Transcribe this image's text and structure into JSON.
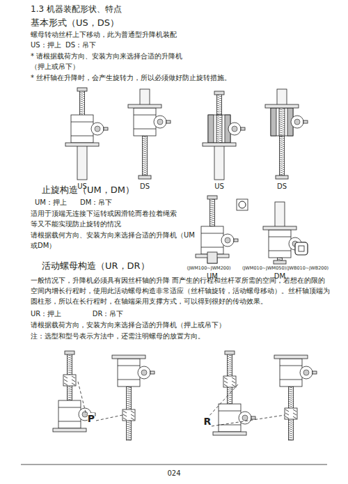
{
  "diagram": {
    "title": "1.3 机器装配形状、特点",
    "labels": [
      "基本形式（US，DS）",
      "螺母转动丝杆上下移动，此为普通型升降机装配",
      "US：押上  DS：吊下",
      "* 请根据载荷方向、安装方向来选择合适的升降机",
      "（押上或吊下）",
      "* 丝杆轴在升降时，会产生旋转力，所以必须做好防止旋转措施。",
      "US",
      "DS",
      "US",
      "DS",
      "止旋构造（UM，DM）",
      "UM：押上      DM：吊下",
      "适用于顶端无连接下运转或因滑轮而卷拉着绳索",
      "等又不能实现防止旋转的情况",
      "请根据载何方向、安装方向来选择合适的升降机（UM",
      "或DM）",
      "(JWM100~JWM200)",
      "(JWM010~JWM050)(JWB010~JWB200)",
      "UM",
      "DM",
      "活动螺母构造（UR，DR）",
      "一般情况下，升降机必须具有因丝杆轴的升降 而产生的行程和丝杆罩所需的空间，若想在的限的空间内增长行程时，使用此活动螺母构造非常适应（丝杆轴旋转，活动螺母移动）。丝杆轴顶端为圆柱形，所以在长行程时，在轴端采用支撑方式，可以得到很好的传动效果。",
      "UR：押上              DR：吊下",
      "请根据载荷方向，安装方向来选择合适的升降机（押上或吊下）",
      "注：选型和型号表示方法中，还需注明螺母的放置方向。",
      "P",
      "R",
      "024"
    ]
  }
}
